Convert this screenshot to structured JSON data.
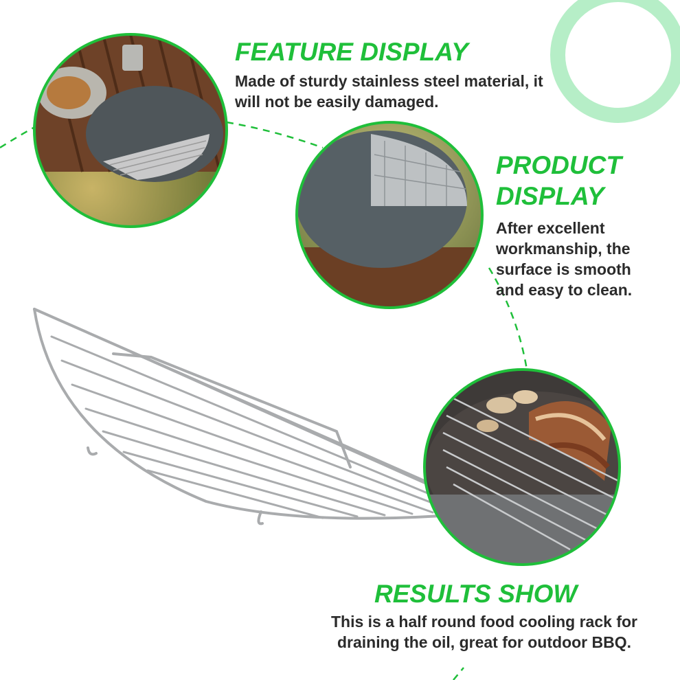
{
  "colors": {
    "accent_green": "#1fbf3a",
    "light_green_ring": "#b6eec7",
    "text_dark": "#2b2b2b"
  },
  "sections": {
    "feature": {
      "heading": "FEATURE DISPLAY",
      "line1": "Made of sturdy stainless steel material, it",
      "line2": "will not be easily damaged."
    },
    "product": {
      "heading_line1": "PRODUCT",
      "heading_line2": "DISPLAY",
      "line1": "After excellent",
      "line2": "workmanship, the",
      "line3": "surface is smooth",
      "line4": "and easy to clean."
    },
    "results": {
      "heading": "RESULTS SHOW",
      "line1": "This is a half round food cooling rack for",
      "line2": "draining the oil, great for outdoor BBQ."
    }
  }
}
